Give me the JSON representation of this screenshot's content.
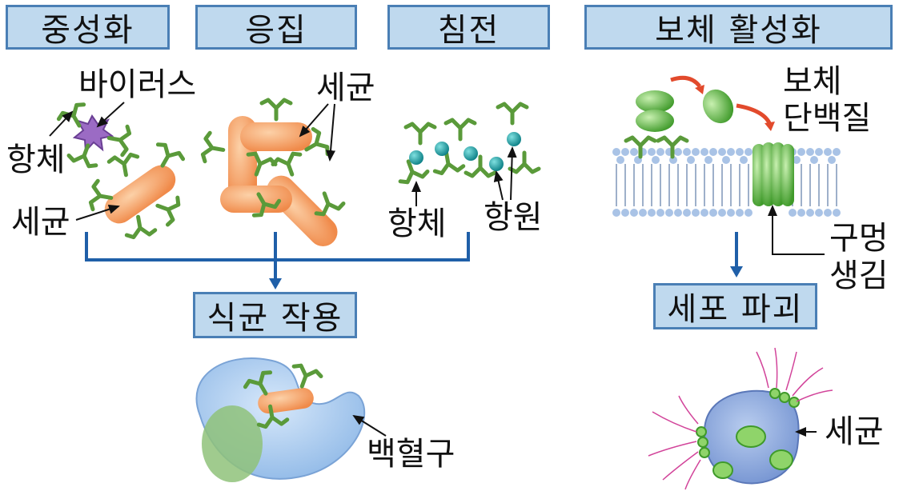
{
  "headers": {
    "neutralization": "중성화",
    "agglutination": "응집",
    "precipitation": "침전",
    "complement": "보체 활성화"
  },
  "labels": {
    "virus": "바이러스",
    "antibody_1": "항체",
    "bacteria_1": "세균",
    "bacteria_2": "세균",
    "antibody_2": "항체",
    "antigen": "항원",
    "complement_protein_1": "보체",
    "complement_protein_2": "단백질",
    "pore_1": "구멍",
    "pore_2": "생김",
    "white_blood_cell": "백혈구",
    "bacteria_3": "세균"
  },
  "results": {
    "phagocytosis": "식균 작용",
    "cell_lysis": "세포 파괴"
  },
  "colors": {
    "box_fill": "#bfd9ee",
    "box_border": "#4a7fb5",
    "antibody": "#5a9a3a",
    "bacteria": "#f4a56a",
    "virus": "#9b6bc4",
    "antigen": "#1aa3a3",
    "arrow": "#1f5fa8",
    "wbc": "#a9cbee",
    "complement": "#6cc04a",
    "membrane": "#a9c3e6"
  }
}
